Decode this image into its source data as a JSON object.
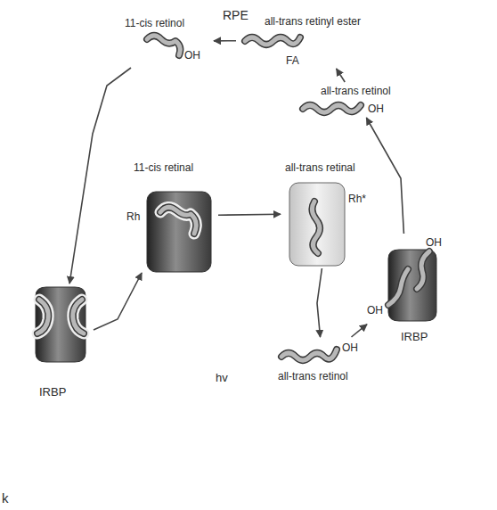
{
  "diagram": {
    "nodes": [
      {
        "text": [
          "RPE"
        ]
      },
      {
        "text": [
          "11-cis retinol",
          "OH"
        ],
        "in": 0
      },
      {
        "text": [
          "all-trans retinyl ester",
          "FA"
        ],
        "in": 0
      },
      {
        "text": [
          "all-trans retinol",
          "OH"
        ],
        "in": 0
      },
      {
        "text": [
          "11-cis retinal",
          "Rh"
        ]
      },
      {
        "text": [
          "all-trans retinal",
          "Rh*"
        ]
      },
      {
        "text": [
          "IRBP"
        ]
      },
      {
        "text": [
          "IRBP",
          "OH",
          "OH"
        ]
      },
      {
        "text": [
          "OH",
          "all-trans retinol"
        ]
      }
    ],
    "edges": [
      {
        "from": 2,
        "to": 1,
        "arrow": "to"
      },
      {
        "from": 3,
        "to": 2,
        "arrow": "to"
      },
      {
        "from": 1,
        "to": 6,
        "arrow": "to"
      },
      {
        "from": 6,
        "to": 4,
        "arrow": "to"
      },
      {
        "from": 4,
        "to": 5,
        "arrow": "to"
      },
      {
        "from": 5,
        "to": 8,
        "arrow": "to"
      },
      {
        "from": 8,
        "to": 7,
        "arrow": "to"
      },
      {
        "from": 7,
        "to": 3,
        "arrow": "to"
      }
    ],
    "labels": [
      "hv",
      "k"
    ]
  }
}
